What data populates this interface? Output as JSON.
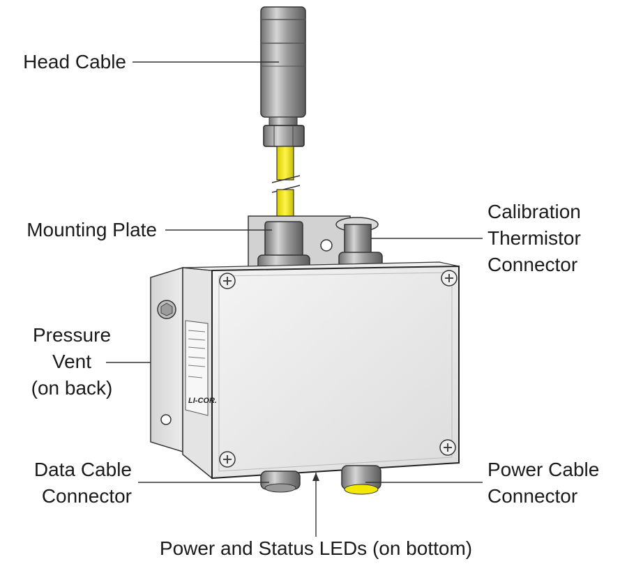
{
  "labels": {
    "head_cable": "Head Cable",
    "mounting_plate": "Mounting Plate",
    "calibration_thermistor": [
      "Calibration",
      "Thermistor",
      "Connector"
    ],
    "pressure_vent": [
      "Pressure",
      "Vent",
      "(on back)"
    ],
    "data_cable": [
      "Data Cable",
      "Connector"
    ],
    "power_cable": [
      "Power Cable",
      "Connector"
    ],
    "leds": "Power and Status LEDs (on bottom)"
  },
  "device": {
    "brand": "LI-COR."
  },
  "colors": {
    "cable": "#f2e800",
    "box": "#e9e9e9",
    "metal": "#c8c8c8",
    "leader": "#333333"
  }
}
